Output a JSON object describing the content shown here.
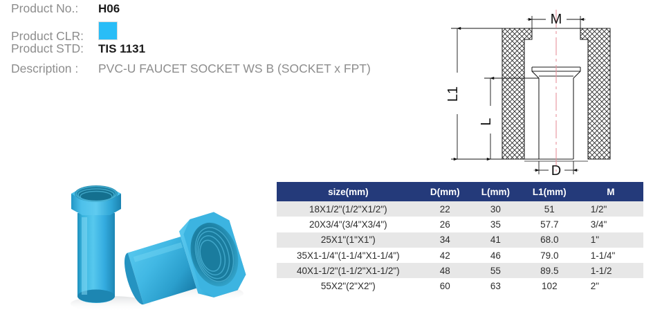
{
  "spec": {
    "rows": [
      {
        "label": "Product No.:",
        "value": "H06",
        "type": "text",
        "bold": true
      },
      {
        "label": "Product CLR:",
        "value": "",
        "type": "swatch",
        "color": "#29bdf7"
      },
      {
        "label": "Product STD:",
        "value": "TIS 1131",
        "type": "text",
        "bold": true
      },
      {
        "label": "Description :",
        "value": "PVC-U FAUCET SOCKET WS B (SOCKET x FPT)",
        "type": "text",
        "bold": false
      }
    ]
  },
  "drawing": {
    "labels": {
      "m": "M",
      "l1": "L1",
      "l": "L",
      "d": "D"
    },
    "colors": {
      "line": "#1a1a1a",
      "centerline": "#e8919b"
    }
  },
  "photo": {
    "alt": "two blue PVC-U faucet sockets",
    "colors": {
      "body": "#31b3e0",
      "body_light": "#56c6ec",
      "body_dark": "#1f8cba",
      "bore_dark": "#17718f",
      "bore_mid": "#2496c4"
    }
  },
  "table": {
    "columns": [
      "size(mm)",
      "D(mm)",
      "L(mm)",
      "L1(mm)",
      "M"
    ],
    "rows": [
      {
        "size": "18X1/2\"(1/2\"X1/2\")",
        "d": "22",
        "l": "30",
        "l1": "51",
        "m": "1/2\""
      },
      {
        "size": "20X3/4\"(3/4\"X3/4\")",
        "d": "26",
        "l": "35",
        "l1": "57.7",
        "m": "3/4\""
      },
      {
        "size": "25X1\"(1\"X1\")",
        "d": "34",
        "l": "41",
        "l1": "68.0",
        "m": "1\""
      },
      {
        "size": "35X1-1/4\"(1-1/4\"X1-1/4\")",
        "d": "42",
        "l": "46",
        "l1": "79.0",
        "m": "1-1/4\""
      },
      {
        "size": "40X1-1/2\"(1-1/2\"X1-1/2\")",
        "d": "48",
        "l": "55",
        "l1": "89.5",
        "m": "1-1/2"
      },
      {
        "size": "55X2\"(2\"X2\")",
        "d": "60",
        "l": "63",
        "l1": "102",
        "m": "2\""
      }
    ],
    "header_color": "#243a7a",
    "stripe_color": "#e7e7e7"
  }
}
